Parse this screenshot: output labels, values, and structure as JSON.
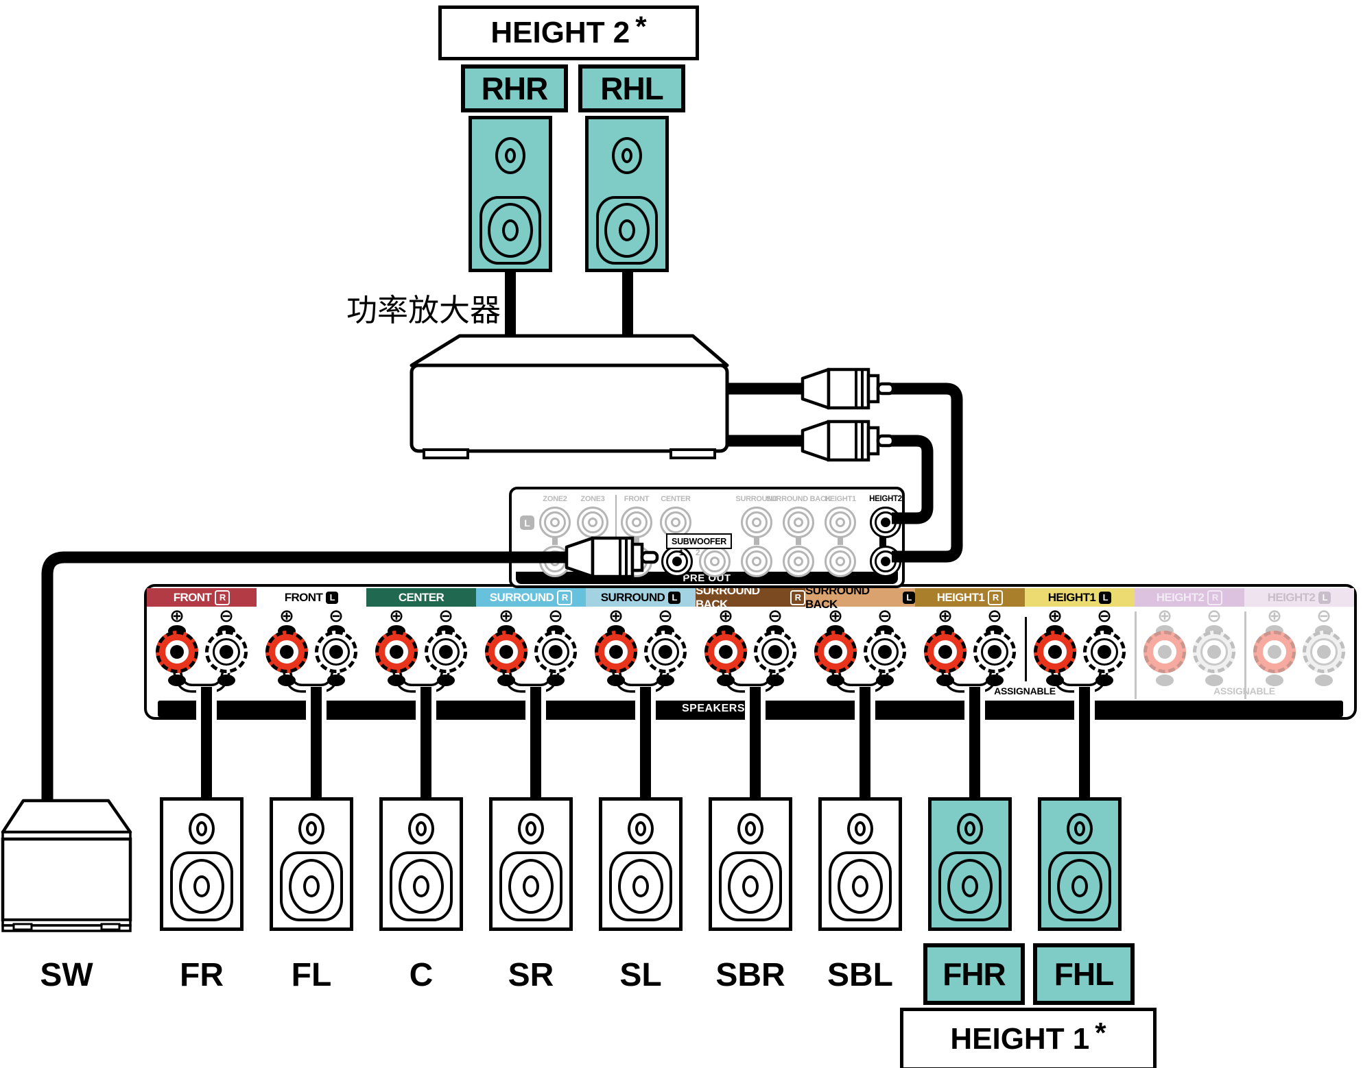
{
  "titles": {
    "height2": {
      "label": "HEIGHT 2",
      "asterisk": "*"
    },
    "height1": {
      "label": "HEIGHT 1",
      "asterisk": "*"
    }
  },
  "amplifier_label": "功率放大器",
  "top_speakers": [
    {
      "id": "RHR"
    },
    {
      "id": "RHL"
    }
  ],
  "preout": {
    "l_badge": "L",
    "top_jacks": [
      {
        "label": "ZONE2",
        "state": "inactive"
      },
      {
        "label": "ZONE3",
        "state": "inactive"
      },
      {
        "label": "FRONT",
        "state": "inactive"
      },
      {
        "label": "CENTER",
        "state": "inactive"
      },
      {
        "label": "SURROUND",
        "state": "inactive"
      },
      {
        "label": "SURROUND BACK",
        "state": "inactive"
      },
      {
        "label": "HEIGHT1",
        "state": "inactive"
      },
      {
        "label": "HEIGHT2",
        "state": "active"
      }
    ],
    "subwoofer_label": "SUBWOOFER",
    "subwoofer_jacks": [
      "1",
      "2"
    ],
    "panel_label": "PRE OUT"
  },
  "terminal_panel": {
    "plus_symbol": "⊕",
    "minus_symbol": "⊖",
    "speakers_bar_label": "SPEAKERS",
    "assignable_height1": "ASSIGNABLE",
    "assignable_height2": "ASSIGNABLE",
    "channels": [
      {
        "label": "FRONT",
        "side": "R",
        "bg": "#B23B45",
        "text": "#FFFFFF",
        "badge": "outline",
        "state": "active"
      },
      {
        "label": "FRONT",
        "side": "L",
        "bg": "",
        "text": "#000000",
        "badge": "solid",
        "state": "active"
      },
      {
        "label": "CENTER",
        "side": "",
        "bg": "#20684F",
        "text": "#FFFFFF",
        "badge": "",
        "state": "active"
      },
      {
        "label": "SURROUND",
        "side": "R",
        "bg": "#67C0DC",
        "text": "#FFFFFF",
        "badge": "outline",
        "state": "active"
      },
      {
        "label": "SURROUND",
        "side": "L",
        "bg": "#A3D2E3",
        "text": "#000000",
        "badge": "solid",
        "state": "active"
      },
      {
        "label": "SURROUND BACK",
        "side": "R",
        "bg": "#7B4A20",
        "text": "#FFFFFF",
        "badge": "outline",
        "state": "active"
      },
      {
        "label": "SURROUND BACK",
        "side": "L",
        "bg": "#DAA26F",
        "text": "#000000",
        "badge": "solid",
        "state": "active"
      },
      {
        "label": "HEIGHT1",
        "side": "R",
        "bg": "#A97F2B",
        "text": "#FFFFFF",
        "badge": "outline",
        "state": "active"
      },
      {
        "label": "HEIGHT1",
        "side": "L",
        "bg": "#EBDB70",
        "text": "#000000",
        "badge": "solid",
        "state": "active"
      },
      {
        "label": "HEIGHT2",
        "side": "R",
        "bg": "#DCC2DE",
        "text": "#F2EAF4",
        "badge": "outline-faded",
        "state": "inactive"
      },
      {
        "label": "HEIGHT2",
        "side": "L",
        "bg": "#EFE3F0",
        "text": "#C9BCCB",
        "badge": "solid-faded",
        "state": "inactive"
      }
    ]
  },
  "bottom_speakers": [
    {
      "id": "SW",
      "type": "subwoofer"
    },
    {
      "id": "FR",
      "type": "normal"
    },
    {
      "id": "FL",
      "type": "normal"
    },
    {
      "id": "C",
      "type": "normal"
    },
    {
      "id": "SR",
      "type": "normal"
    },
    {
      "id": "SL",
      "type": "normal"
    },
    {
      "id": "SBR",
      "type": "normal"
    },
    {
      "id": "SBL",
      "type": "normal"
    },
    {
      "id": "FHR",
      "type": "height"
    },
    {
      "id": "FHL",
      "type": "height"
    }
  ],
  "colors": {
    "teal": "#7FCBC6",
    "post_red": "#E8341C",
    "inactive_gray": "#B5B5B5"
  }
}
